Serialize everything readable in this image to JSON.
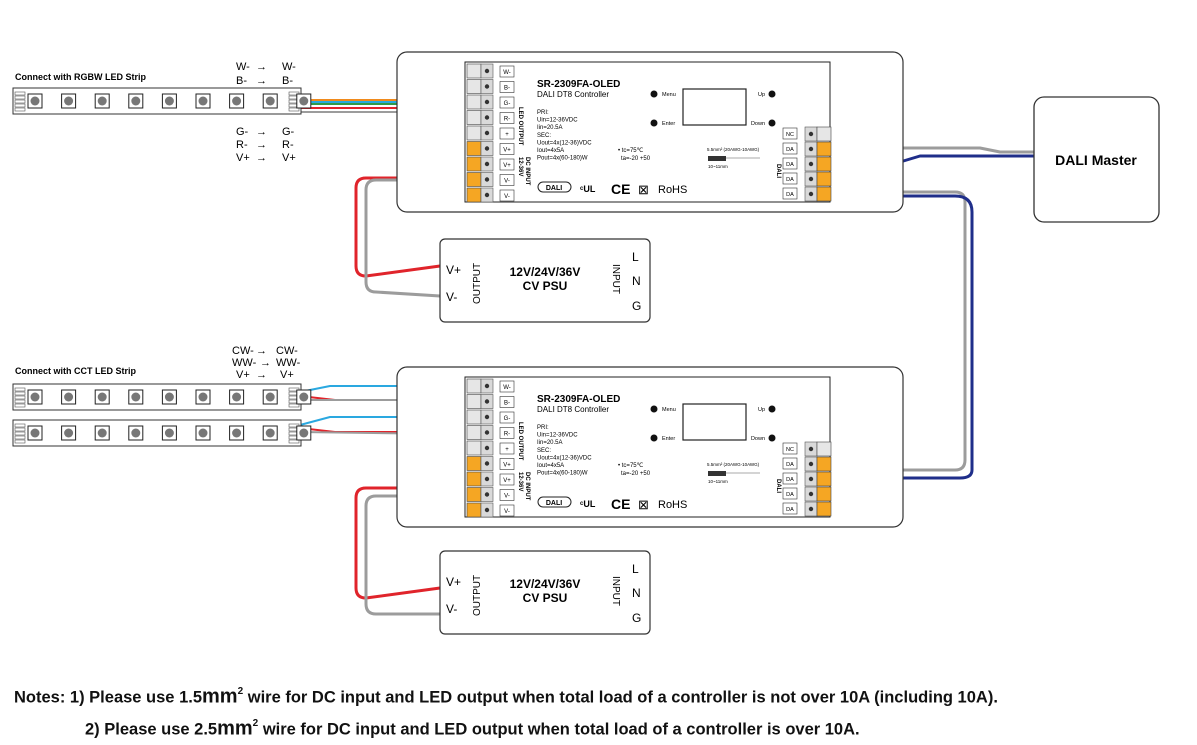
{
  "rgbw": {
    "title": "Connect with RGBW LED Strip",
    "upper": [
      {
        "from": "W-",
        "to": "W-"
      },
      {
        "from": "B-",
        "to": "B-"
      }
    ],
    "lower": [
      {
        "from": "G-",
        "to": "G-"
      },
      {
        "from": "R-",
        "to": "R-"
      },
      {
        "from": "V+",
        "to": "V+"
      }
    ]
  },
  "cct": {
    "title": "Connect with CCT LED Strip",
    "rows": [
      {
        "from": "CW-",
        "to": "CW-"
      },
      {
        "from": "WW-",
        "to": "WW-"
      },
      {
        "from": "V+",
        "to": "V+"
      }
    ]
  },
  "controller": {
    "model": "SR-2309FA-OLED",
    "subtitle": "DALI DT8 Controller",
    "specs": [
      "PRI:",
      "Uin=12-36VDC",
      "Iin=20.5A",
      "SEC:",
      "Uout=4x(12-36)VDC",
      "Iout=4x5A",
      "Pout=4x(60-180)W"
    ],
    "temp_tc": "tc=75℃",
    "temp_ta": "ta=-20   +50",
    "buttons": {
      "menu": "Menu",
      "up": "Up",
      "enter": "Enter",
      "down": "Down"
    },
    "out_terminals": [
      "W-",
      "B-",
      "G-",
      "R-",
      "+"
    ],
    "in_terminals": [
      "V+",
      "V+",
      "V-",
      "V-"
    ],
    "dali_terminals": [
      "NC",
      "DA",
      "DA",
      "DA",
      "DA"
    ],
    "led_output_label": "LED OUTPUT",
    "dc_input_label": "DC INPUT",
    "dc_input_range": "12-36V",
    "dali_label": "DALI",
    "wire_note_1": "5.5mm² (20AWG-10AWG)",
    "wire_note_2": "10~11mm",
    "rohs": "RoHS",
    "ce": "CE",
    "dali_logo": "DALI"
  },
  "psu": {
    "title": "12V/24V/36V",
    "subtitle": "CV PSU",
    "output_label": "OUTPUT",
    "input_label": "INPUT",
    "vplus": "V+",
    "vminus": "V-",
    "l": "L",
    "n": "N",
    "g": "G"
  },
  "dali_master": "DALI Master",
  "notes": {
    "n1_pre": "Notes: 1) Please use 1.5",
    "n1_unit": "mm",
    "n1_sup": "2",
    "n1_post": " wire for DC input and LED output when total load of a controller is not over 10A (including 10A).",
    "n2_pre": "2) Please use 2.5",
    "n2_unit": "mm",
    "n2_sup": "2",
    "n2_post": " wire for DC input and LED output when total load of a controller is over 10A."
  },
  "colors": {
    "red": "#e0242b",
    "gray": "#9c9c9c",
    "blue": "#1f2e8a",
    "wire_blue": "#2aa8e0",
    "wire_green": "#2e9a4a",
    "wire_orange": "#f08a1c",
    "terminal_orange": "#f5a623"
  }
}
